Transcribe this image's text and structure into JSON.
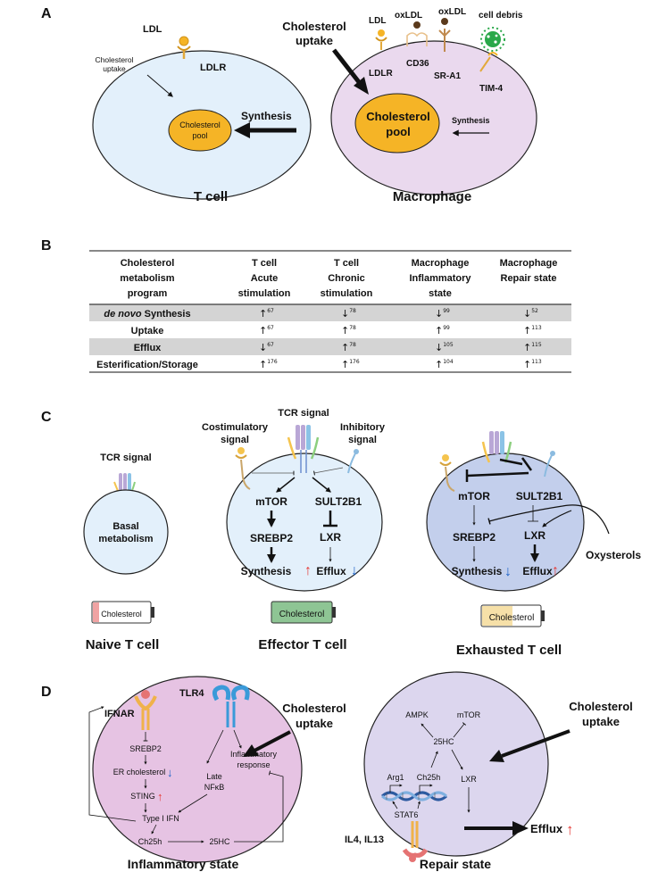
{
  "panelA": {
    "letter": "A",
    "tcell": {
      "ldl": "LDL",
      "uptake_line1": "Cholesterol",
      "uptake_line2": "uptake",
      "ldlr": "LDLR",
      "pool_line1": "Cholesterol",
      "pool_line2": "pool",
      "synthesis": "Synthesis",
      "title": "T cell"
    },
    "macrophage": {
      "uptake_line1": "Cholesterol",
      "uptake_line2": "uptake",
      "ldl": "LDL",
      "oxldl1": "oxLDL",
      "oxldl2": "oxLDL",
      "debris": "cell debris",
      "ldlr": "LDLR",
      "cd36": "CD36",
      "sra1": "SR-A1",
      "tim4": "TIM-4",
      "pool_line1": "Cholesterol",
      "pool_line2": "pool",
      "synthesis": "Synthesis",
      "title": "Macrophage"
    }
  },
  "panelB": {
    "letter": "B",
    "headers": [
      [
        "Cholesterol",
        "metabolism",
        "program"
      ],
      [
        "T cell",
        "Acute",
        "stimulation"
      ],
      [
        "T cell",
        "Chronic",
        "stimulation"
      ],
      [
        "Macrophage",
        "Inflammatory",
        "state"
      ],
      [
        "Macrophage",
        "Repair state",
        ""
      ]
    ],
    "rows": [
      {
        "italic": "de novo",
        "label": " Synthesis",
        "cells": [
          [
            "↑",
            "67"
          ],
          [
            "↓",
            "78"
          ],
          [
            "↓",
            "99"
          ],
          [
            "↓",
            "52"
          ]
        ],
        "shaded": true
      },
      {
        "italic": "",
        "label": "Uptake",
        "cells": [
          [
            "↑",
            "67"
          ],
          [
            "↑",
            "78"
          ],
          [
            "↑",
            "99"
          ],
          [
            "↑",
            "113"
          ]
        ],
        "shaded": false
      },
      {
        "italic": "",
        "label": "Efflux",
        "cells": [
          [
            "↓",
            "67"
          ],
          [
            "↑",
            "78"
          ],
          [
            "↓",
            "105"
          ],
          [
            "↑",
            "115"
          ]
        ],
        "shaded": true
      },
      {
        "italic": "",
        "label": "Esterification/Storage",
        "cells": [
          [
            "↑",
            "176"
          ],
          [
            "↑",
            "176"
          ],
          [
            "↑",
            "104"
          ],
          [
            "↑",
            "113"
          ]
        ],
        "shaded": false
      }
    ]
  },
  "panelC": {
    "letter": "C",
    "naive": {
      "tcr": "TCR signal",
      "basal1": "Basal",
      "basal2": "metabolism",
      "battery": "Cholesterol",
      "title": "Naive T cell"
    },
    "effector": {
      "tcr": "TCR signal",
      "costim1": "Costimulatory",
      "costim2": "signal",
      "inhib1": "Inhibitory",
      "inhib2": "signal",
      "mtor": "mTOR",
      "sult": "SULT2B1",
      "srebp2": "SREBP2",
      "lxr": "LXR",
      "synthesis": "Synthesis",
      "efflux": "Efflux",
      "battery": "Cholesterol",
      "title": "Effector T cell"
    },
    "exhausted": {
      "mtor": "mTOR",
      "sult": "SULT2B1",
      "srebp2": "SREBP2",
      "lxr": "LXR",
      "synthesis": "Synthesis",
      "efflux": "Efflux",
      "oxysterols": "Oxysterols",
      "battery": "Cholesterol",
      "title": "Exhausted T cell"
    }
  },
  "panelD": {
    "letter": "D",
    "inflammatory": {
      "ifnar": "IFNAR",
      "tlr4": "TLR4",
      "uptake1": "Cholesterol",
      "uptake2": "uptake",
      "srebp2": "SREBP2",
      "er": "ER cholesterol",
      "sting": "STING",
      "late1": "Late",
      "late2": "NFκB",
      "infl1": "Inflammatory",
      "infl2": "response",
      "ifn": "Type I IFN",
      "ch25h": "Ch25h",
      "hc": "25HC",
      "title": "Inflammatory state"
    },
    "repair": {
      "ampk": "AMPK",
      "mtor": "mTOR",
      "uptake1": "Cholesterol",
      "uptake2": "uptake",
      "hc": "25HC",
      "arg1": "Arg1",
      "ch25h": "Ch25h",
      "lxr": "LXR",
      "stat6": "STAT6",
      "il": "IL4, IL13",
      "efflux": "Efflux",
      "title": "Repair state"
    }
  },
  "colors": {
    "tcell_fill": "#e3f0fb",
    "macro_fill": "#ead9ee",
    "pool_fill": "#f5b426",
    "exhausted_fill": "#c3cfec",
    "inflam_fill": "#e6c3e3",
    "repair_fill": "#dcd6ee",
    "up_red": "#e53935",
    "down_blue": "#1e63c8",
    "table_shade": "#d4d4d4"
  }
}
